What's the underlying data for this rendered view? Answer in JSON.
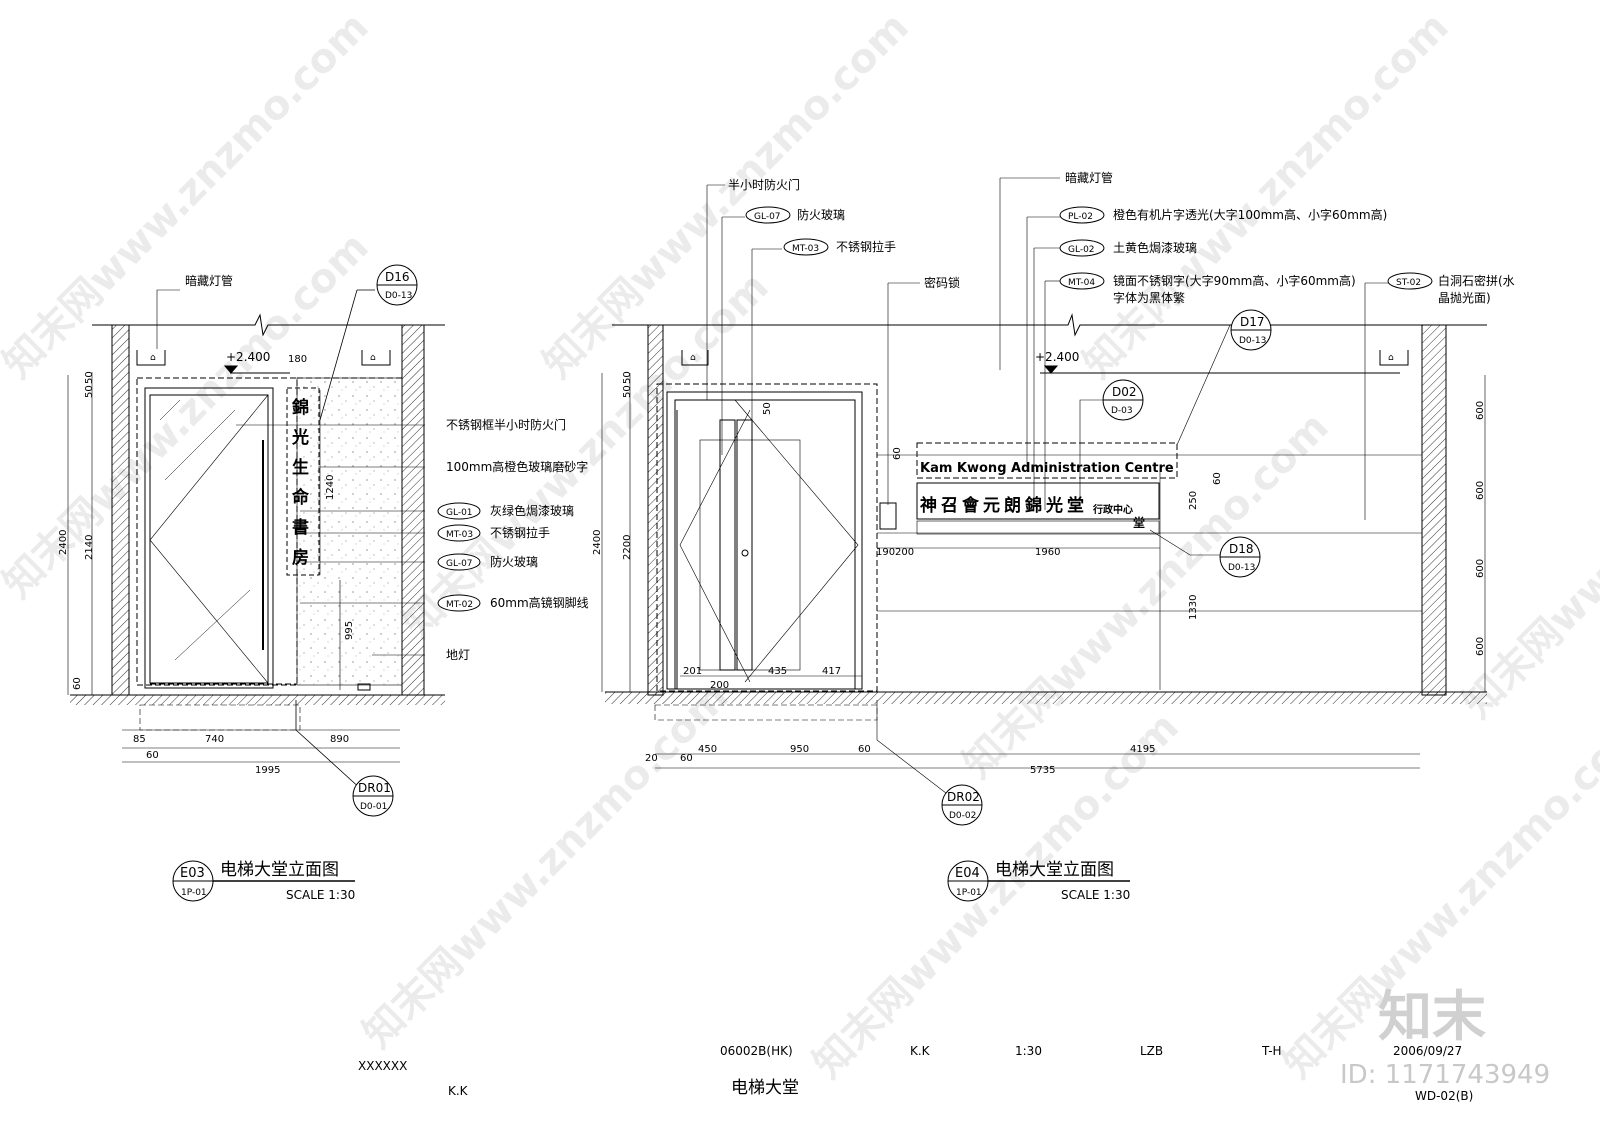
{
  "left_elevation": {
    "label_hidden_light": "暗藏灯管",
    "level": "+2.400",
    "sign_chars": [
      "錦",
      "光",
      "生",
      "命",
      "書",
      "房"
    ],
    "callout_top": {
      "id": "D16",
      "ref": "D0-13"
    },
    "callout_bottom": {
      "id": "DR01",
      "ref": "D0-01"
    },
    "notes": [
      {
        "tag": "",
        "text": "不锈钢框半小时防火门"
      },
      {
        "tag": "",
        "text": "100mm高橙色玻璃磨砂字"
      },
      {
        "tag": "GL-01",
        "text": "灰绿色焗漆玻璃"
      },
      {
        "tag": "MT-03",
        "text": "不锈钢拉手"
      },
      {
        "tag": "GL-07",
        "text": "防火玻璃"
      },
      {
        "tag": "MT-02",
        "text": "60mm高镜钢脚线"
      },
      {
        "tag": "",
        "text": "地灯"
      }
    ],
    "dims_horizontal": [
      "85",
      "740",
      "890",
      "60",
      "1995"
    ],
    "dims_vertical": [
      "50",
      "50",
      "2140",
      "2400",
      "60",
      "1240",
      "995",
      "180"
    ],
    "title_tag": "E03",
    "title_ref": "1P-01",
    "title": "电梯大堂立面图",
    "scale": "SCALE 1:30"
  },
  "right_elevation": {
    "notes_left": [
      {
        "tag": "",
        "text": "半小时防火门"
      },
      {
        "tag": "GL-07",
        "text": "防火玻璃"
      },
      {
        "tag": "MT-03",
        "text": "不锈钢拉手"
      },
      {
        "tag": "",
        "text": "密码锁"
      }
    ],
    "notes_right": [
      {
        "tag": "",
        "text": "暗藏灯管"
      },
      {
        "tag": "PL-02",
        "text": "橙色有机片字透光(大字100mm高、小字60mm高)"
      },
      {
        "tag": "GL-02",
        "text": "土黄色焗漆玻璃"
      },
      {
        "tag": "MT-04",
        "text": "镜面不锈钢字(大字90mm高、小字60mm高)"
      },
      {
        "tag": "",
        "text": "字体为黑体繁"
      }
    ],
    "stone_note": {
      "tag": "ST-02",
      "text": "白洞石密拼(水",
      "text2": "晶抛光面)"
    },
    "level": "+2.400",
    "sign_english": "Kam Kwong Administration Centre",
    "sign_chinese": "神召會元朗錦光堂",
    "sign_small_a": "行政中心",
    "sign_small_b": "堂",
    "callouts": [
      {
        "id": "D17",
        "ref": "D0-13"
      },
      {
        "id": "D02",
        "ref": "D-03"
      },
      {
        "id": "D18",
        "ref": "D0-13"
      },
      {
        "id": "DR02",
        "ref": "D0-02"
      }
    ],
    "dims_horizontal": [
      "20",
      "60",
      "450",
      "950",
      "60",
      "4195",
      "5735",
      "201",
      "200",
      "435",
      "417",
      "190",
      "200",
      "1960"
    ],
    "dims_vertical": [
      "50",
      "50",
      "2200",
      "2400",
      "60",
      "60",
      "250",
      "1330",
      "600",
      "600",
      "600",
      "600",
      "50"
    ],
    "title_tag": "E04",
    "title_ref": "1P-01",
    "title": "电梯大堂立面图",
    "scale": "SCALE 1:30"
  },
  "title_block": {
    "client": "XXXXXX",
    "project_no": "06002B(HK)",
    "drawn": "K.K",
    "scale": "1:30",
    "checked": "LZB",
    "approved": "T-H",
    "date": "2006/09/27",
    "designer": "K.K",
    "drawing_name": "电梯大堂",
    "drawing_no": "WD-02(B)"
  },
  "watermark": {
    "text": "知末网www.znzmo.com",
    "logo": "知末",
    "id": "ID: 1171743949"
  }
}
